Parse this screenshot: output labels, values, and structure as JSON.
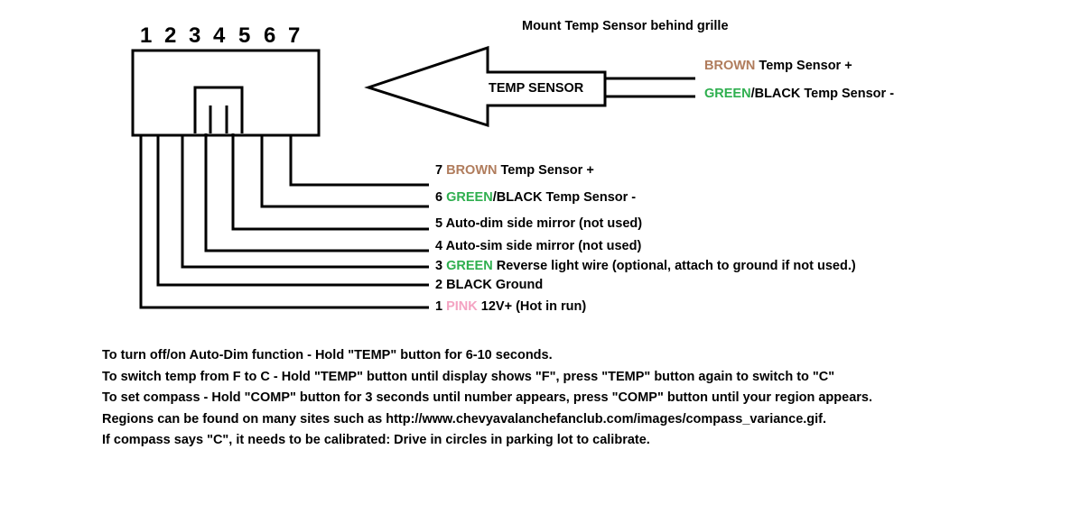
{
  "title": "Mount Temp Sensor behind grille",
  "pin_numbers": [
    "1",
    "2",
    "3",
    "4",
    "5",
    "6",
    "7"
  ],
  "arrow_label": "TEMP SENSOR",
  "sensor_wires": [
    {
      "color_word": "BROWN",
      "rest": " Temp Sensor +"
    },
    {
      "color_word": "GREEN",
      "rest": "/BLACK Temp Sensor -"
    }
  ],
  "pins": [
    {
      "num": "7",
      "color_word": "BROWN",
      "rest": " Temp Sensor +"
    },
    {
      "num": "6",
      "color_word": "GREEN",
      "rest": "/BLACK Temp Sensor -"
    },
    {
      "num": "5",
      "color_word": "",
      "rest": "Auto-dim side mirror (not used)"
    },
    {
      "num": "4",
      "color_word": "",
      "rest": "Auto-sim side mirror (not used)"
    },
    {
      "num": "3",
      "color_word": "GREEN",
      "rest": " Reverse light wire (optional, attach to ground if not used.)"
    },
    {
      "num": "2",
      "color_word": "",
      "rest": "BLACK Ground"
    },
    {
      "num": "1",
      "color_word": "PINK",
      "rest": " 12V+ (Hot in run)"
    }
  ],
  "instructions": [
    "To turn off/on Auto-Dim function - Hold \"TEMP\" button for 6-10 seconds.",
    "To switch temp from F to C - Hold \"TEMP\" button until display shows \"F\", press \"TEMP\" button again to switch to \"C\"",
    "To set compass - Hold \"COMP\" button for 3 seconds until number appears, press \"COMP\" button until your region appears.",
    "Regions can be found on many sites such as http://www.chevyavalanchefanclub.com/images/compass_variance.gif.",
    "If compass says \"C\", it needs to be calibrated: Drive in circles in parking lot to calibrate."
  ],
  "colors": {
    "brown": "#b07c5c",
    "green": "#2faf4f",
    "pink": "#f4a3c2"
  }
}
